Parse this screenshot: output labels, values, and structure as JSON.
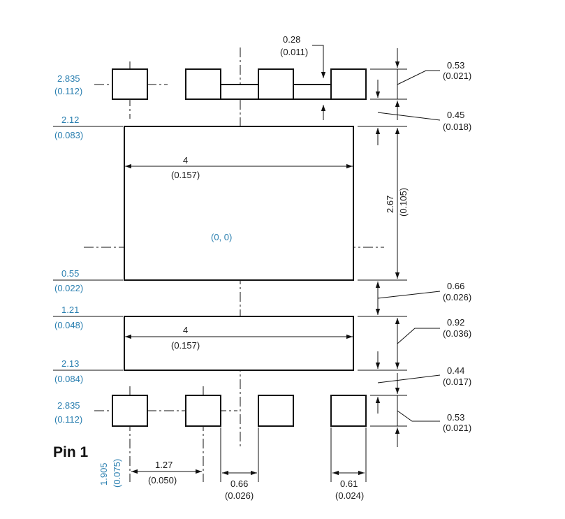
{
  "colors": {
    "ink": "#1a1a1a",
    "blue": "#2a7fb0"
  },
  "pin_label": "Pin 1",
  "origin": "(0, 0)",
  "left_dims": [
    {
      "mm": "2.835",
      "inch": "(0.112)"
    },
    {
      "mm": "2.12",
      "inch": "(0.083)"
    },
    {
      "mm": "0.55",
      "inch": "(0.022)"
    },
    {
      "mm": "1.21",
      "inch": "(0.048)"
    },
    {
      "mm": "2.13",
      "inch": "(0.084)"
    },
    {
      "mm": "2.835",
      "inch": "(0.112)"
    }
  ],
  "top_dim": {
    "mm": "0.28",
    "inch": "(0.011)"
  },
  "right_dims": [
    {
      "mm": "0.53",
      "inch": "(0.021)"
    },
    {
      "mm": "0.45",
      "inch": "(0.018)"
    },
    {
      "mm": "2.67",
      "inch": "(0.105)"
    },
    {
      "mm": "0.66",
      "inch": "(0.026)"
    },
    {
      "mm": "0.92",
      "inch": "(0.036)"
    },
    {
      "mm": "0.44",
      "inch": "(0.017)"
    },
    {
      "mm": "0.53",
      "inch": "(0.021)"
    }
  ],
  "width_big": {
    "mm": "4",
    "inch": "(0.157)"
  },
  "width_small": {
    "mm": "4",
    "inch": "(0.157)"
  },
  "pitch_v": {
    "mm": "1.905",
    "inch": "(0.075)"
  },
  "bottom_dims": [
    {
      "mm": "1.27",
      "inch": "(0.050)"
    },
    {
      "mm": "0.66",
      "inch": "(0.026)"
    },
    {
      "mm": "0.61",
      "inch": "(0.024)"
    }
  ]
}
